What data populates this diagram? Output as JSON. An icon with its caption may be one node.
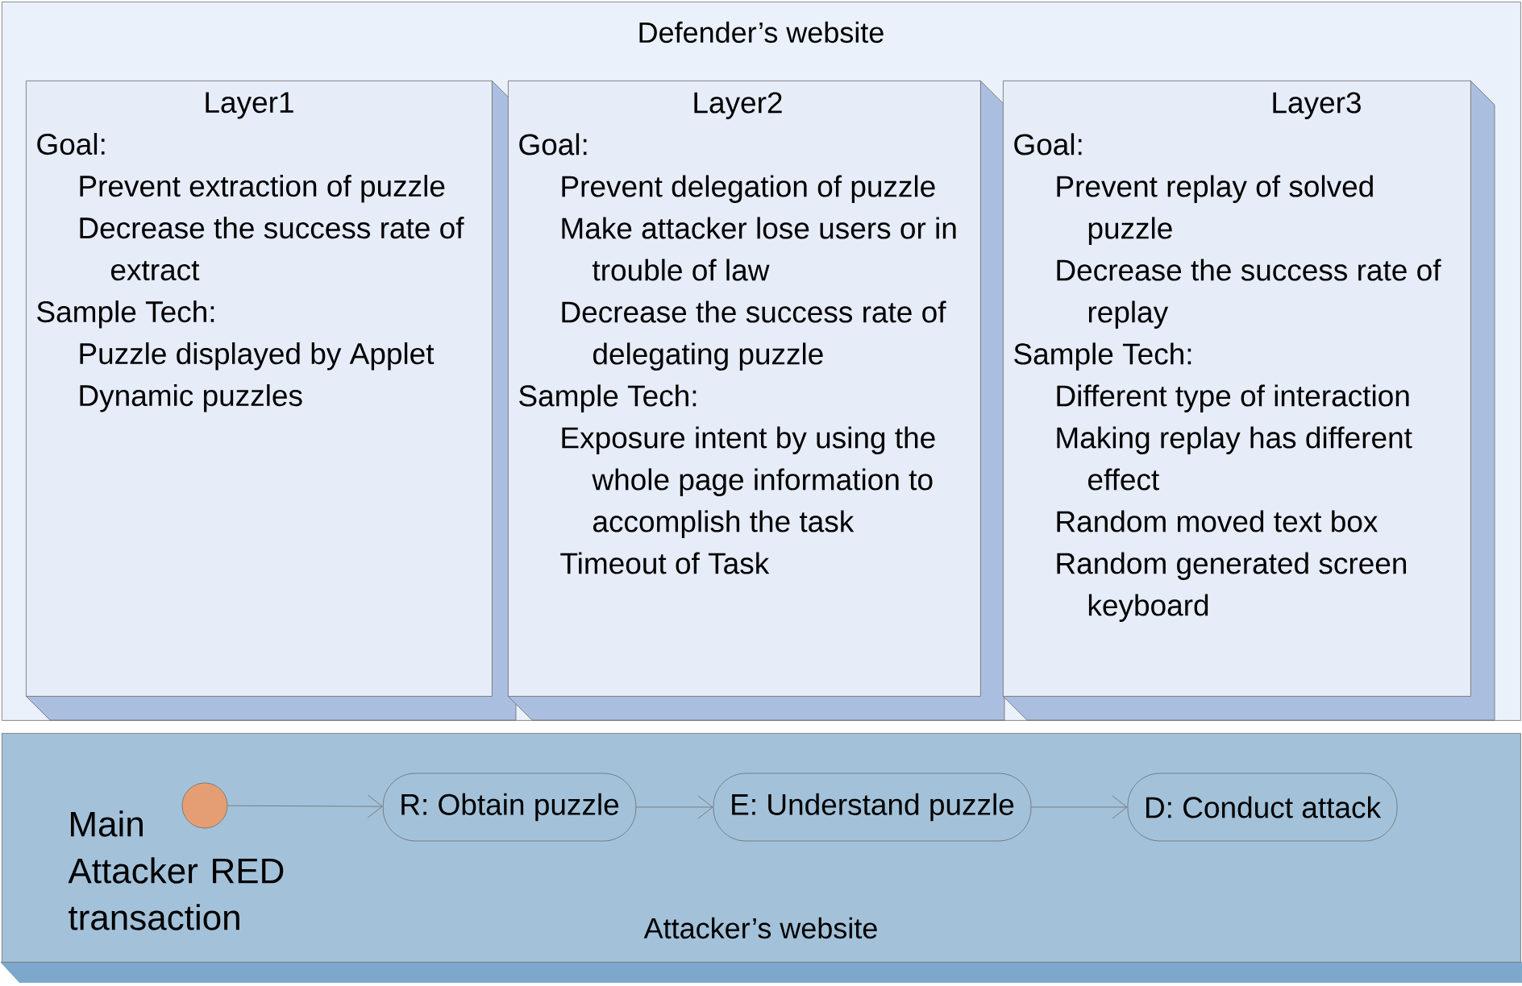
{
  "diagram": {
    "nodes": [
      {
        "text": [
          "Defender’s website"
        ]
      },
      {
        "text": [
          "Layer1",
          "Goal:",
          "Prevent extraction of puzzle",
          "Decrease the success rate of extract",
          "Sample Tech:",
          "Puzzle displayed by Applet",
          "Dynamic puzzles"
        ],
        "in": 0
      },
      {
        "text": [
          "Layer2",
          "Goal:",
          "Prevent delegation of puzzle",
          "Make attacker lose users or in trouble of law",
          "Decrease the success rate of delegating puzzle",
          "Sample Tech:",
          "Exposure intent by using the whole page information to accomplish the task",
          "Timeout of Task"
        ],
        "in": 0
      },
      {
        "text": [
          "Layer3",
          "Goal:",
          "Prevent replay of solved puzzle",
          "Decrease the success rate of replay",
          "Sample Tech:",
          "Different type of interaction",
          "Making replay has different effect",
          "Random moved text box",
          "Random generated screen keyboard"
        ],
        "in": 0
      },
      {
        "text": [
          "Attacker’s website"
        ]
      },
      {
        "text": [],
        "shape": "circle",
        "beside": [
          "Main Attacker RED transaction"
        ],
        "in": 4
      },
      {
        "text": [
          "R: Obtain puzzle"
        ],
        "in": 4
      },
      {
        "text": [
          "E: Understand puzzle"
        ],
        "in": 4
      },
      {
        "text": [
          "D: Conduct attack"
        ],
        "in": 4
      }
    ],
    "edges": [
      {
        "from": 5,
        "to": 6,
        "arrow": "to"
      },
      {
        "from": 6,
        "to": 7,
        "arrow": "to"
      },
      {
        "from": 7,
        "to": 8,
        "arrow": "to"
      }
    ]
  }
}
